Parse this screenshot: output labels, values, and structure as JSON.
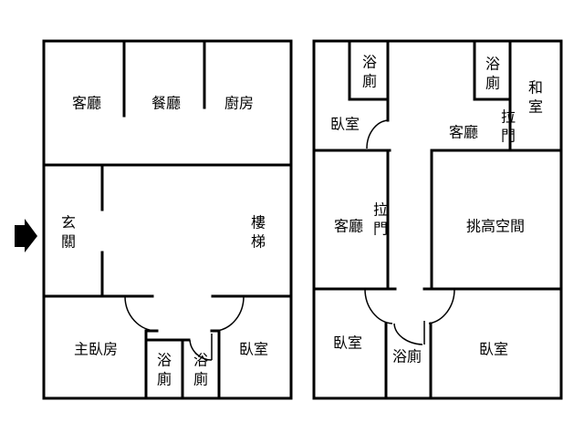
{
  "floor1": {
    "living_room": "客廳",
    "dining_room": "餐廳",
    "kitchen": "廚房",
    "entrance": [
      "玄",
      "關"
    ],
    "stairs": [
      "樓",
      "梯"
    ],
    "master_bedroom": "主臥房",
    "bathroom_a": [
      "浴",
      "廁"
    ],
    "bathroom_b": [
      "浴",
      "廁"
    ],
    "bedroom": "臥室"
  },
  "floor2": {
    "bathroom_top_left": [
      "浴",
      "廁"
    ],
    "bathroom_top_right": [
      "浴",
      "廁"
    ],
    "tatami_room": [
      "和",
      "室"
    ],
    "bedroom_top_left": "臥室",
    "living_room_top": "客廳",
    "sliding_door_top": [
      "拉",
      "門"
    ],
    "living_room_mid": "客廳",
    "sliding_door_mid": [
      "拉",
      "門"
    ],
    "atrium": "挑高空間",
    "bedroom_bottom_left": "臥室",
    "bathroom_bottom": "浴廁",
    "bedroom_bottom_right": "臥室"
  },
  "icons": {
    "entry_arrow": "arrow-right-icon"
  }
}
